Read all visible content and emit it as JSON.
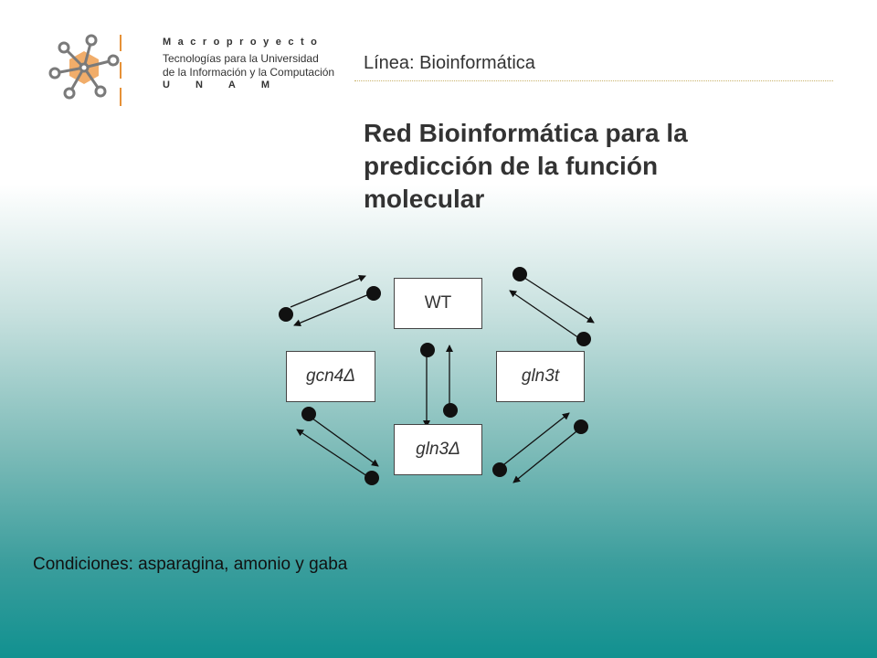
{
  "logo": {
    "line1": "Macroproyecto",
    "line2": "Tecnologías para la Universidad",
    "line3": "de la Información y la Computación",
    "line4": "UNAM",
    "icon": "molecule-network-icon",
    "colors": {
      "hex_orange": "#f0a45a",
      "node_gray": "#7a7a7a",
      "bar_orange": "#e69137"
    }
  },
  "header": {
    "line": "Línea: Bioinformática"
  },
  "title": "Red Bioinformática para la predicción de la función molecular",
  "diagram": {
    "nodes": {
      "wt": "WT",
      "gcn4": "gcn4Δ",
      "gln3t": "gln3t",
      "gln3": "gln3Δ"
    },
    "link_icons": [
      "double-arrow-icon",
      "filled-dot-icon"
    ]
  },
  "footer": {
    "conditions": "Condiciones: asparagina, amonio y gaba"
  }
}
